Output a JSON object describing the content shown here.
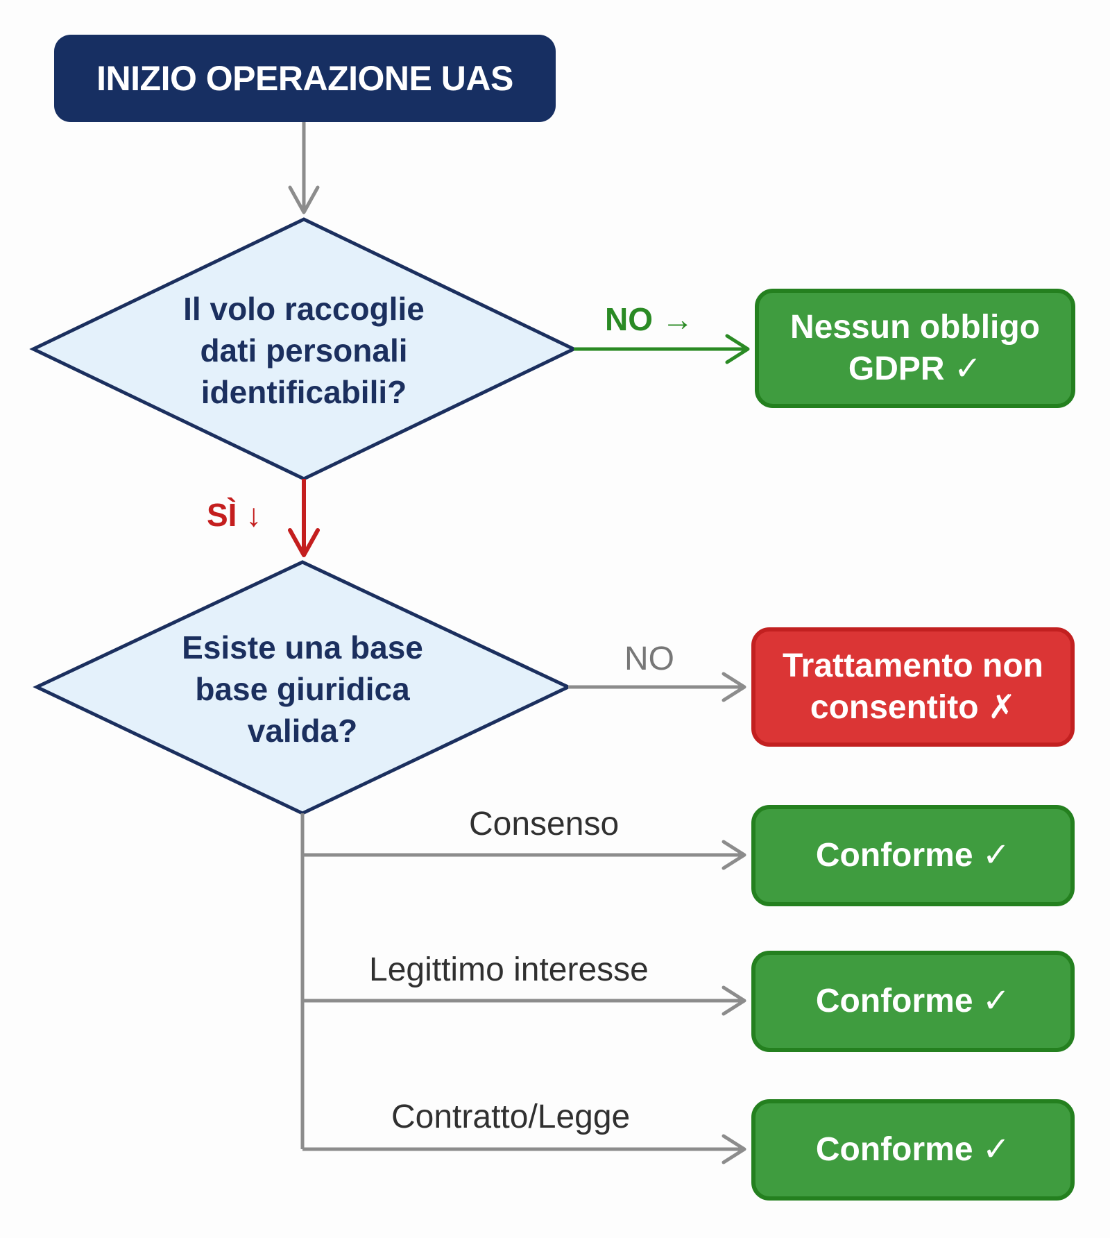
{
  "start": {
    "label": "INIZIO OPERAZIONE UAS"
  },
  "decisions": [
    {
      "label": "Il volo raccoglie dati personali identificabili?"
    },
    {
      "label": "Esiste una base base giuridica valida?"
    }
  ],
  "outcomes": {
    "no_gdpr": {
      "label": "Nessun obbligo GDPR ✓",
      "type": "success"
    },
    "not_allowed": {
      "label": "Trattamento non consentito ✗",
      "type": "error"
    },
    "consenso": {
      "label": "Conforme ✓",
      "type": "success"
    },
    "legittimo": {
      "label": "Conforme ✓",
      "type": "success"
    },
    "contratto": {
      "label": "Conforme ✓",
      "type": "success"
    }
  },
  "edge_labels": {
    "d1_no": "NO →",
    "d1_yes": "SÌ ↓",
    "d2_no": "NO",
    "consenso": "Consenso",
    "legittimo": "Legittimo interesse",
    "contratto": "Contratto/Legge"
  },
  "colors": {
    "navy": "#172f62",
    "diamond_fill": "#e4f1fb",
    "green": "#3f9c3f",
    "red": "#db3535",
    "connector_gray": "#8c8c8c",
    "yes_red": "#c41e1e",
    "no_green": "#2a8a24"
  }
}
